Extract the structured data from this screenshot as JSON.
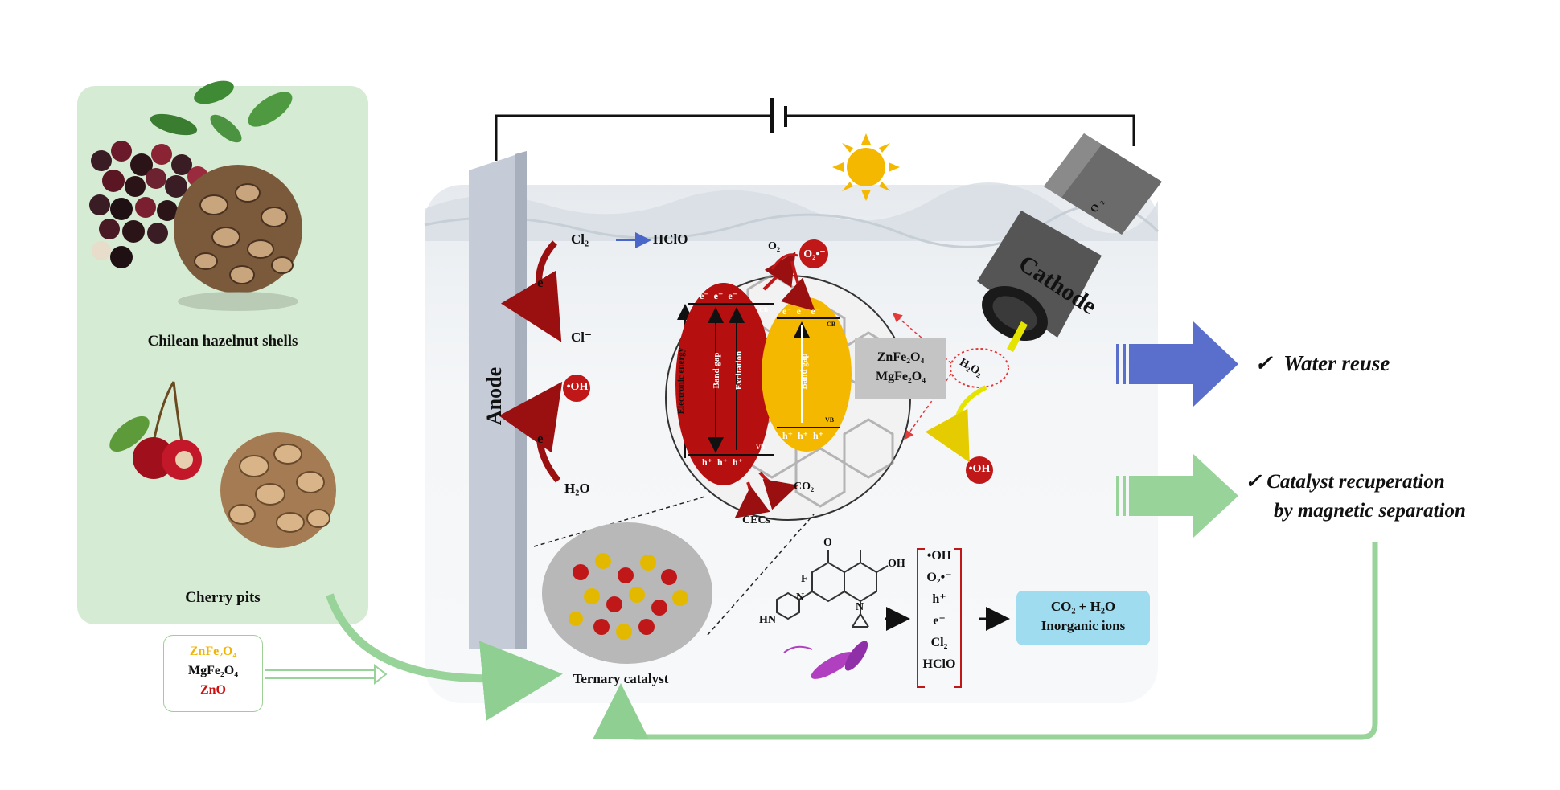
{
  "left_panel": {
    "label_1": "Chilean hazelnut shells",
    "label_2": "Cherry pits"
  },
  "catalyst_components": {
    "item_1": "ZnFe₂O₄",
    "item_2": "MgFe₂O₄",
    "item_3": "ZnO"
  },
  "reactor": {
    "anode_label": "Anode",
    "cathode_label": "Cathode",
    "ternary_catalyst_label": "Ternary catalyst",
    "cl2": "Cl₂",
    "hclo": "HClO",
    "electron_top": "e⁻",
    "cl_minus": "Cl⁻",
    "oh_radical_anode": "•OH",
    "electron_bottom": "e⁻",
    "h2o": "H₂O",
    "o2": "O₂",
    "o2_radical": "O₂•⁻",
    "co2": "CO₂",
    "cecs": "CECs",
    "h2o2": "H₂O₂",
    "oh_radical_cathode": "•OH",
    "ferrite_1": "ZnFe₂O₄",
    "ferrite_2": "MgFe₂O₄",
    "cathode_column": "O₂"
  },
  "band_diagram": {
    "electronic_energy": "Electronic energy",
    "band_gap_red": "Band gap",
    "excitation": "Excitation",
    "band_gap_yellow": "Band gap",
    "cb_red": "CB",
    "vb_red": "VB",
    "cb_yellow": "CB",
    "vb_yellow": "VB",
    "electrons_red": "e⁻  e⁻  e⁻",
    "holes_red": "h⁺  h⁺  h⁺",
    "electrons_yellow": "e⁻  e⁻  e⁻",
    "holes_yellow": "h⁺  h⁺  h⁺"
  },
  "reactive_species": [
    "•OH",
    "O₂•⁻",
    "h⁺",
    "e⁻",
    "Cl₂",
    "HClO"
  ],
  "products": {
    "line_1": "CO₂ + H₂O",
    "line_2": "Inorganic ions"
  },
  "molecule": {
    "atom_f": "F",
    "atom_o": "O",
    "atom_oh": "OH",
    "atom_n1": "N",
    "atom_n2": "N",
    "atom_hn": "HN"
  },
  "outputs": {
    "water_reuse": "Water reuse",
    "catalyst_line_1": "Catalyst recuperation",
    "catalyst_line_2": "by magnetic separation",
    "check": "✓"
  },
  "colors": {
    "panel_green": "#d6ebd3",
    "arrow_blue": "#5a6fcc",
    "arrow_green": "#98d39a",
    "radical_red": "#c01818",
    "band_red": "#b50f0f",
    "band_yellow": "#f5b800",
    "product_cyan": "#9fdcef"
  }
}
